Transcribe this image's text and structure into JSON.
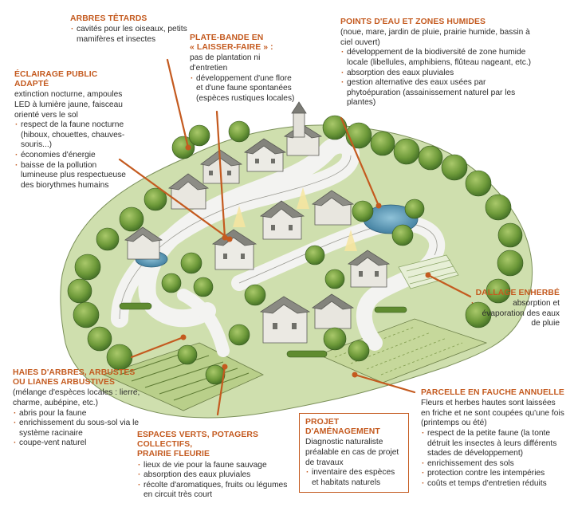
{
  "colors": {
    "accent": "#c45a1f",
    "text": "#2b2b2b",
    "foliage": "#6e9a3a",
    "foliage_dark": "#3f6b24",
    "road": "#f3f3f1",
    "water": "#4f8fb0"
  },
  "annotations": {
    "arbres_tetards": {
      "title": "ARBRES TÊTARDS",
      "items": [
        "cavités pour les oiseaux, petits mamifères et insectes"
      ]
    },
    "plate_bande": {
      "title_line1": "PLATE-BANDE EN",
      "title_line2": "« LAISSER-FAIRE » :",
      "intro": "pas de plantation ni d'entretien",
      "items": [
        "développement d'une flore et d'une faune spontanées (espèces rustiques locales)"
      ]
    },
    "points_eau": {
      "title": "POINTS D'EAU ET ZONES HUMIDES",
      "intro": "(noue, mare, jardin de pluie, prairie humide, bassin à ciel ouvert)",
      "items": [
        "développement de la biodiversité de zone humide locale (libellules, amphibiens, flûteau nageant, etc.)",
        "absorption des eaux pluviales",
        "gestion alternative des eaux usées par phytoépuration (assainissement naturel par les plantes)"
      ]
    },
    "eclairage": {
      "title": "ÉCLAIRAGE PUBLIC ADAPTÉ",
      "intro": "extinction nocturne, ampoules LED à lumière jaune, faisceau orienté vers le sol",
      "items": [
        "respect de la faune nocturne (hiboux, chouettes, chauves-souris...)",
        "économies d'énergie",
        "baisse de la pollution lumineuse plus respectueuse des biorythmes humains"
      ]
    },
    "dallage": {
      "title": "DALLAGE ENHERBÉ",
      "items": [
        "absorption et évaporation des eaux de pluie"
      ]
    },
    "haies": {
      "title_line1": "HAIES D'ARBRES, ARBUSTES",
      "title_line2": "OU LIANES ARBUSTIVES",
      "intro": "(mélange d'espèces locales : lierre, charme, aubépine, etc.)",
      "items": [
        "abris pour la faune",
        "enrichissement du sous-sol via le système racinaire",
        "coupe-vent naturel"
      ]
    },
    "espaces_verts": {
      "title_line1": "ESPACES VERTS, POTAGERS COLLECTIFS,",
      "title_line2": "PRAIRIE FLEURIE",
      "items": [
        "lieux de vie pour la faune sauvage",
        "absorption des eaux pluviales",
        "récolte d'aromatiques, fruits ou légumes en circuit très court"
      ]
    },
    "projet": {
      "title_line1": "PROJET",
      "title_line2": "D'AMÉNAGEMENT",
      "intro": "Diagnostic naturaliste préalable en cas de projet de travaux",
      "items": [
        "inventaire des espèces et habitats naturels"
      ]
    },
    "parcelle": {
      "title": "PARCELLE EN FAUCHE ANNUELLE",
      "intro": "Fleurs et herbes hautes sont laissées en friche et ne sont coupées qu'une fois (printemps ou été)",
      "items": [
        "respect de la petite faune (la tonte détruit les insectes à leurs différents stades de développement)",
        "enrichissement des sols",
        "protection contre les intempéries",
        "coûts et temps d'entretien réduits"
      ]
    }
  }
}
